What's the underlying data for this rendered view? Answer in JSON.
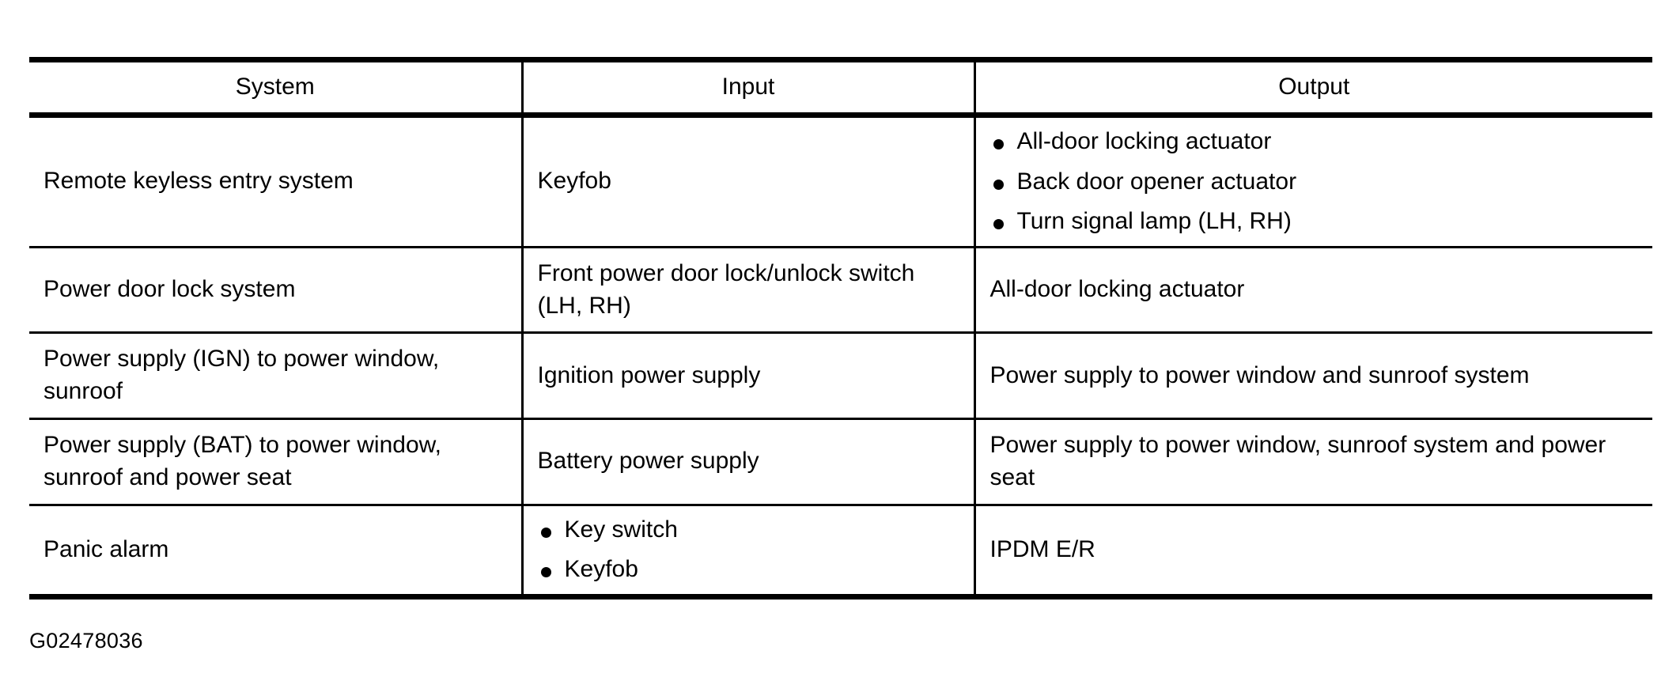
{
  "document": {
    "figure_id": "G02478036"
  },
  "table": {
    "columns": [
      {
        "key": "system",
        "label": "System"
      },
      {
        "key": "input",
        "label": "Input"
      },
      {
        "key": "output",
        "label": "Output"
      }
    ],
    "rows": [
      {
        "system": "Remote keyless entry system",
        "input": "Keyfob",
        "output_items": [
          "All-door locking actuator",
          "Back door opener actuator",
          "Turn signal lamp (LH, RH)"
        ]
      },
      {
        "system": "Power door lock system",
        "input": "Front power door lock/unlock switch (LH, RH)",
        "output": "All-door locking actuator"
      },
      {
        "system": "Power supply (IGN) to power window, sunroof",
        "input": "Ignition power supply",
        "output": "Power supply to power window and sunroof system"
      },
      {
        "system": "Power supply (BAT) to power window, sunroof and power seat",
        "input": "Battery power supply",
        "output": "Power supply to power window, sunroof system and power seat"
      },
      {
        "system": "Panic alarm",
        "input_items": [
          "Key switch",
          "Keyfob"
        ],
        "output": "IPDM E/R"
      }
    ]
  }
}
